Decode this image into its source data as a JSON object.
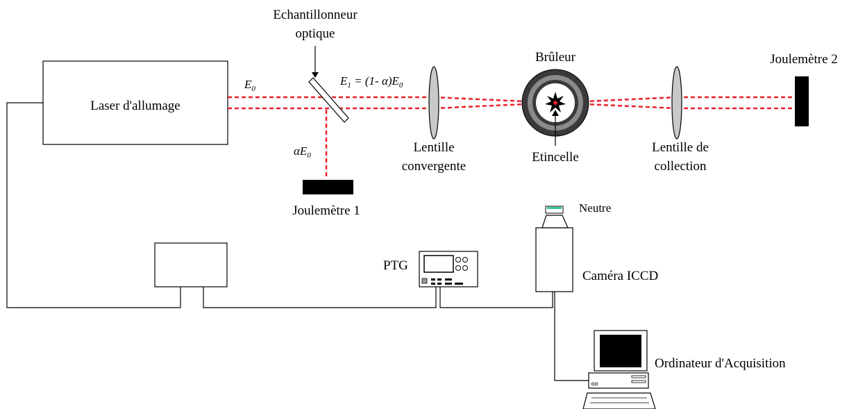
{
  "labels": {
    "laser": "Laser d'allumage",
    "sampler_line1": "Echantillonneur",
    "sampler_line2": "optique",
    "e0": "E",
    "e0_sub": "0",
    "e1_prefix": "E",
    "e1_sub": "1",
    "e1_mid": " = (1- ",
    "alpha": "α",
    "e1_end": ")E",
    "e1_end_sub": "0",
    "alpha_e0": "αE",
    "alpha_e0_sub": "0",
    "joulemetre1": "Joulemètre 1",
    "lens1_line1": "Lentille",
    "lens1_line2": "convergente",
    "burner": "Brûleur",
    "spark": "Etincelle",
    "lens2_line1": "Lentille de",
    "lens2_line2": "collection",
    "joulemetre2": "Joulemètre 2",
    "neutral": "Neutre",
    "ptg": "PTG",
    "camera": "Caméra ICCD",
    "computer": "Ordinateur d'Acquisition"
  },
  "colors": {
    "beam": "#e8202a",
    "line": "#000000",
    "burner_outer": "#3a3a3a",
    "burner_ring": "#8a8a8a",
    "lens_fill": "#c8c8c8",
    "filter": "#33cc99"
  }
}
